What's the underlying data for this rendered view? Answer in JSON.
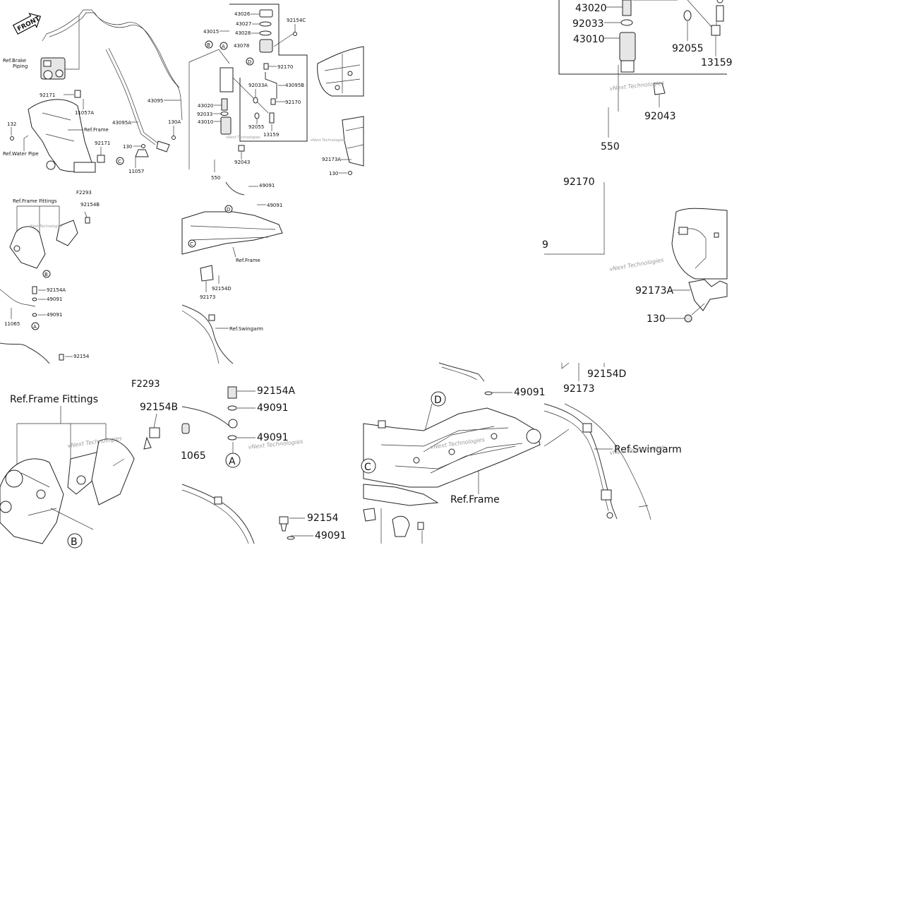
{
  "overview": {
    "front_label": "FRONT",
    "ref_brake_piping": "Ref.Brake",
    "ref_brake_piping_2": "Piping",
    "ref_frame": "Ref.Frame",
    "ref_water_pipe": "Ref.Water Pipe",
    "ref_frame_fittings": "Ref.Frame Fittings",
    "ref_swingarm": "Ref.Swingarm",
    "figure_code": "F2293",
    "watermark": "vNext Technologies",
    "parts": {
      "p43026": "43026",
      "p43027": "43027",
      "p43028": "43028",
      "p43015": "43015",
      "p43078": "43078",
      "p92154C": "92154C",
      "p92170a": "92170",
      "p92170b": "92170",
      "p92033A": "92033A",
      "p43095B": "43095B",
      "p43020": "43020",
      "p92033": "92033",
      "p43010": "43010",
      "p92055": "92055",
      "p13159": "13159",
      "p92043": "92043",
      "p550": "550",
      "p92171a": "92171",
      "p11057A": "11057A",
      "p132": "132",
      "p92171b": "92171",
      "p43095": "43095",
      "p43095A": "43095A",
      "p130A": "130A",
      "p130a": "130",
      "p11057": "11057",
      "p92173A": "92173A",
      "p130b": "130",
      "p49091a": "49091",
      "p49091b": "49091",
      "p92154B": "92154B",
      "p92154A": "92154A",
      "p49091c": "49091",
      "p49091d": "49091",
      "p11065": "11065",
      "p92154": "92154",
      "p92154D": "92154D",
      "p92173": "92173"
    },
    "callouts": {
      "A": "A",
      "B": "B",
      "C": "C",
      "D": "D"
    }
  },
  "zoom_right": {
    "p43020": "43020",
    "p92033": "92033",
    "p43010": "43010",
    "p92055": "92055",
    "p13159": "13159",
    "p92043": "92043",
    "p550": "550",
    "p92170": "92170",
    "p9": "9",
    "p92173A": "92173A",
    "p130": "130",
    "watermark": "vNext Technologies"
  },
  "zoom_left": {
    "figure_code": "F2293",
    "ref_frame_fittings": "Ref.Frame Fittings",
    "p92154B": "92154B",
    "B": "B",
    "watermark": "vNext Technologies"
  },
  "zoom_mid": {
    "p92154A": "92154A",
    "p49091a": "49091",
    "p49091b": "49091",
    "A": "A",
    "p1065": "1065",
    "p92154": "92154",
    "p49091c": "49091",
    "watermark": "vNext Technologies"
  },
  "zoom_frame": {
    "p49091": "49091",
    "D": "D",
    "C": "C",
    "ref_frame": "Ref.Frame",
    "p92154D": "92154D",
    "p92173": "92173",
    "watermark": "vNext Technologies"
  },
  "zoom_swing": {
    "ref_swingarm": "Ref.Swingarm",
    "watermark": "vNext Technologies"
  }
}
